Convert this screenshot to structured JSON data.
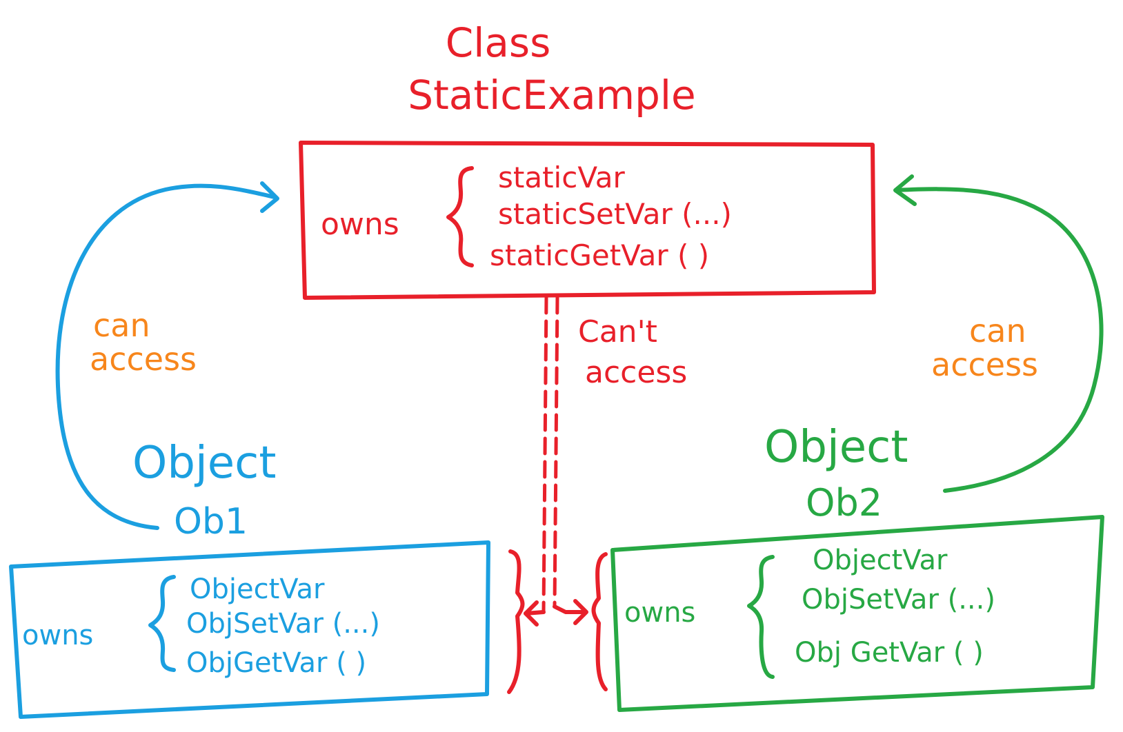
{
  "colors": {
    "class": "#e8202a",
    "object1": "#1b9fe0",
    "object2": "#27a844",
    "access": "#f7861c",
    "background": "#ffffff"
  },
  "class_node": {
    "title_line1": "Class",
    "title_line2": "StaticExample",
    "owns_label": "owns",
    "members": [
      "staticVar",
      "staticSetVar (...)",
      "staticGetVar ( )"
    ]
  },
  "object1_node": {
    "title_line1": "Object",
    "title_line2": "Ob1",
    "owns_label": "owns",
    "members": [
      "ObjectVar",
      "ObjSetVar (...)",
      "ObjGetVar ( )"
    ]
  },
  "object2_node": {
    "title_line1": "Object",
    "title_line2": "Ob2",
    "owns_label": "owns",
    "members": [
      "ObjectVar",
      "ObjSetVar (...)",
      "Obj GetVar ( )"
    ]
  },
  "edges": {
    "left_label_line1": "can",
    "left_label_line2": "access",
    "right_label_line1": "can",
    "right_label_line2": "access",
    "middle_label_line1": "Can't",
    "middle_label_line2": "access"
  }
}
